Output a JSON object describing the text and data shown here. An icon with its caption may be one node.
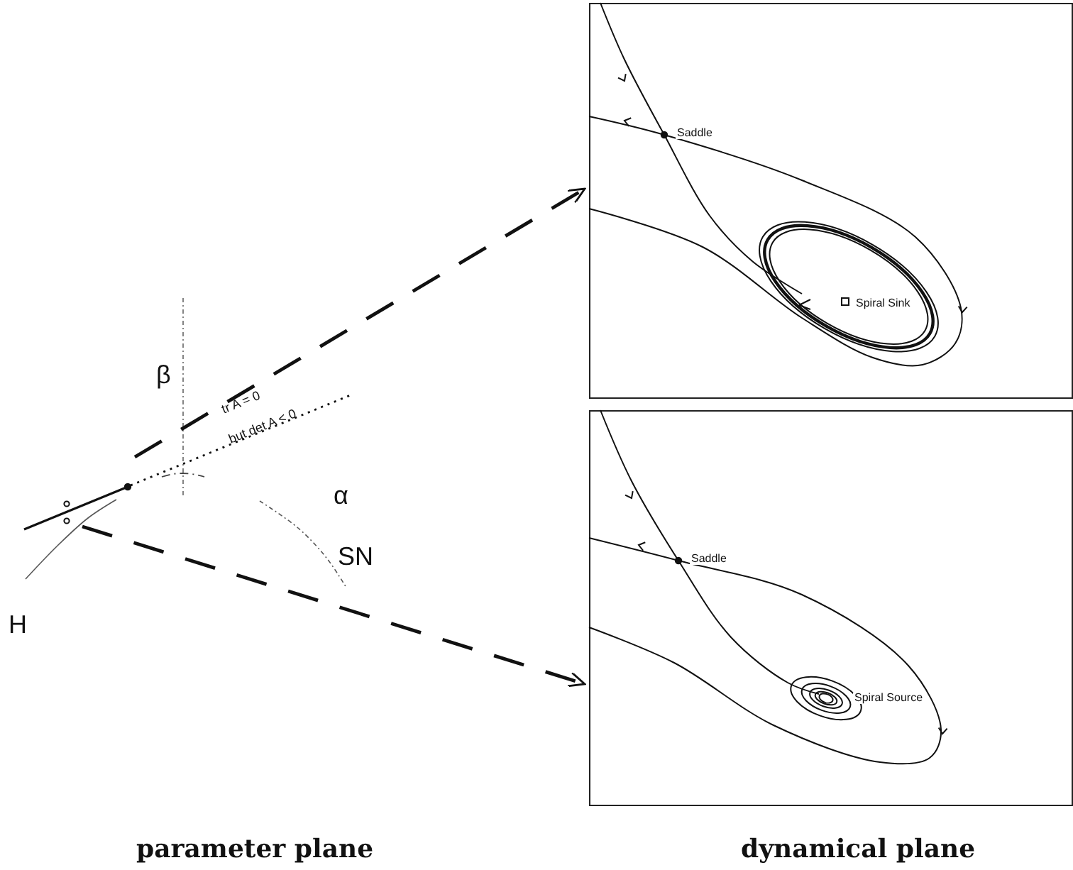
{
  "diagram": {
    "nodes": [
      {
        "text": [
          "Saddle",
          "Spiral Sink"
        ]
      },
      {
        "text": [
          "Saddle",
          "Spiral Source"
        ]
      }
    ],
    "edges": [
      {
        "from": null,
        "to": 0,
        "arrow": "to",
        "style": "dashed"
      },
      {
        "from": null,
        "to": 1,
        "arrow": "to",
        "style": "dashed"
      }
    ],
    "labels": [
      "β",
      "tr A = 0",
      "but det A < 0",
      "α",
      "H",
      "SN",
      "parameter plane",
      "dynamical plane"
    ]
  }
}
